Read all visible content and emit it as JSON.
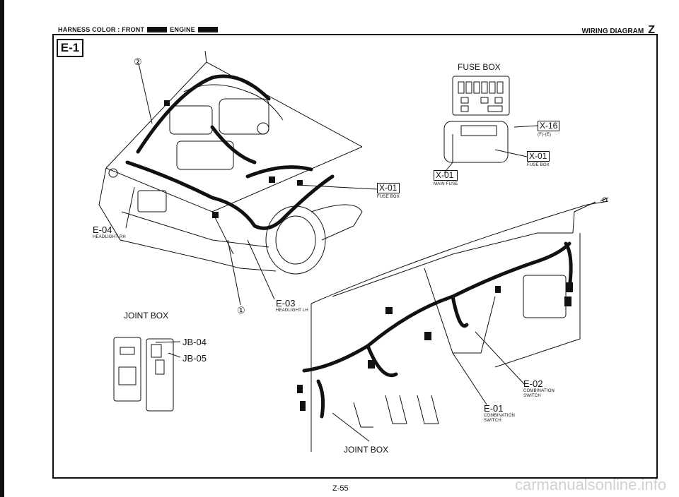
{
  "header": {
    "harness_color_label": "HARNESS COLOR : FRONT",
    "engine_label": "ENGINE",
    "diagram_title": "WIRING DIAGRAM",
    "section_letter": "Z"
  },
  "section_badge": "E-1",
  "labels": {
    "fuse_box_title": "FUSE BOX",
    "joint_box_title": "JOINT BOX",
    "joint_box_bottom": "JOINT BOX",
    "callout_2": "②",
    "callout_1": "①"
  },
  "connectors": [
    {
      "code": "X-16",
      "desc": "(F)-(E)",
      "boxed": true
    },
    {
      "code": "X-01",
      "desc": "FUSE BOX",
      "boxed": true,
      "id": "x01-right"
    },
    {
      "code": "X-01",
      "desc": "MAIN FUSE",
      "boxed": true,
      "id": "x01-main"
    },
    {
      "code": "X-01",
      "desc": "FUSE BOX",
      "boxed": true,
      "id": "x01-engine"
    },
    {
      "code": "E-04",
      "desc": "HEADLIGHT RH"
    },
    {
      "code": "E-03",
      "desc": "HEADLIGHT LH"
    },
    {
      "code": "E-02",
      "desc": "COMBINATION SWITCH"
    },
    {
      "code": "E-01",
      "desc": "COMBINATION SWITCH"
    },
    {
      "code": "JB-04",
      "desc": ""
    },
    {
      "code": "JB-05",
      "desc": ""
    }
  ],
  "footer": {
    "page_number": "Z-55",
    "watermark": "carmanualsonline.info"
  }
}
